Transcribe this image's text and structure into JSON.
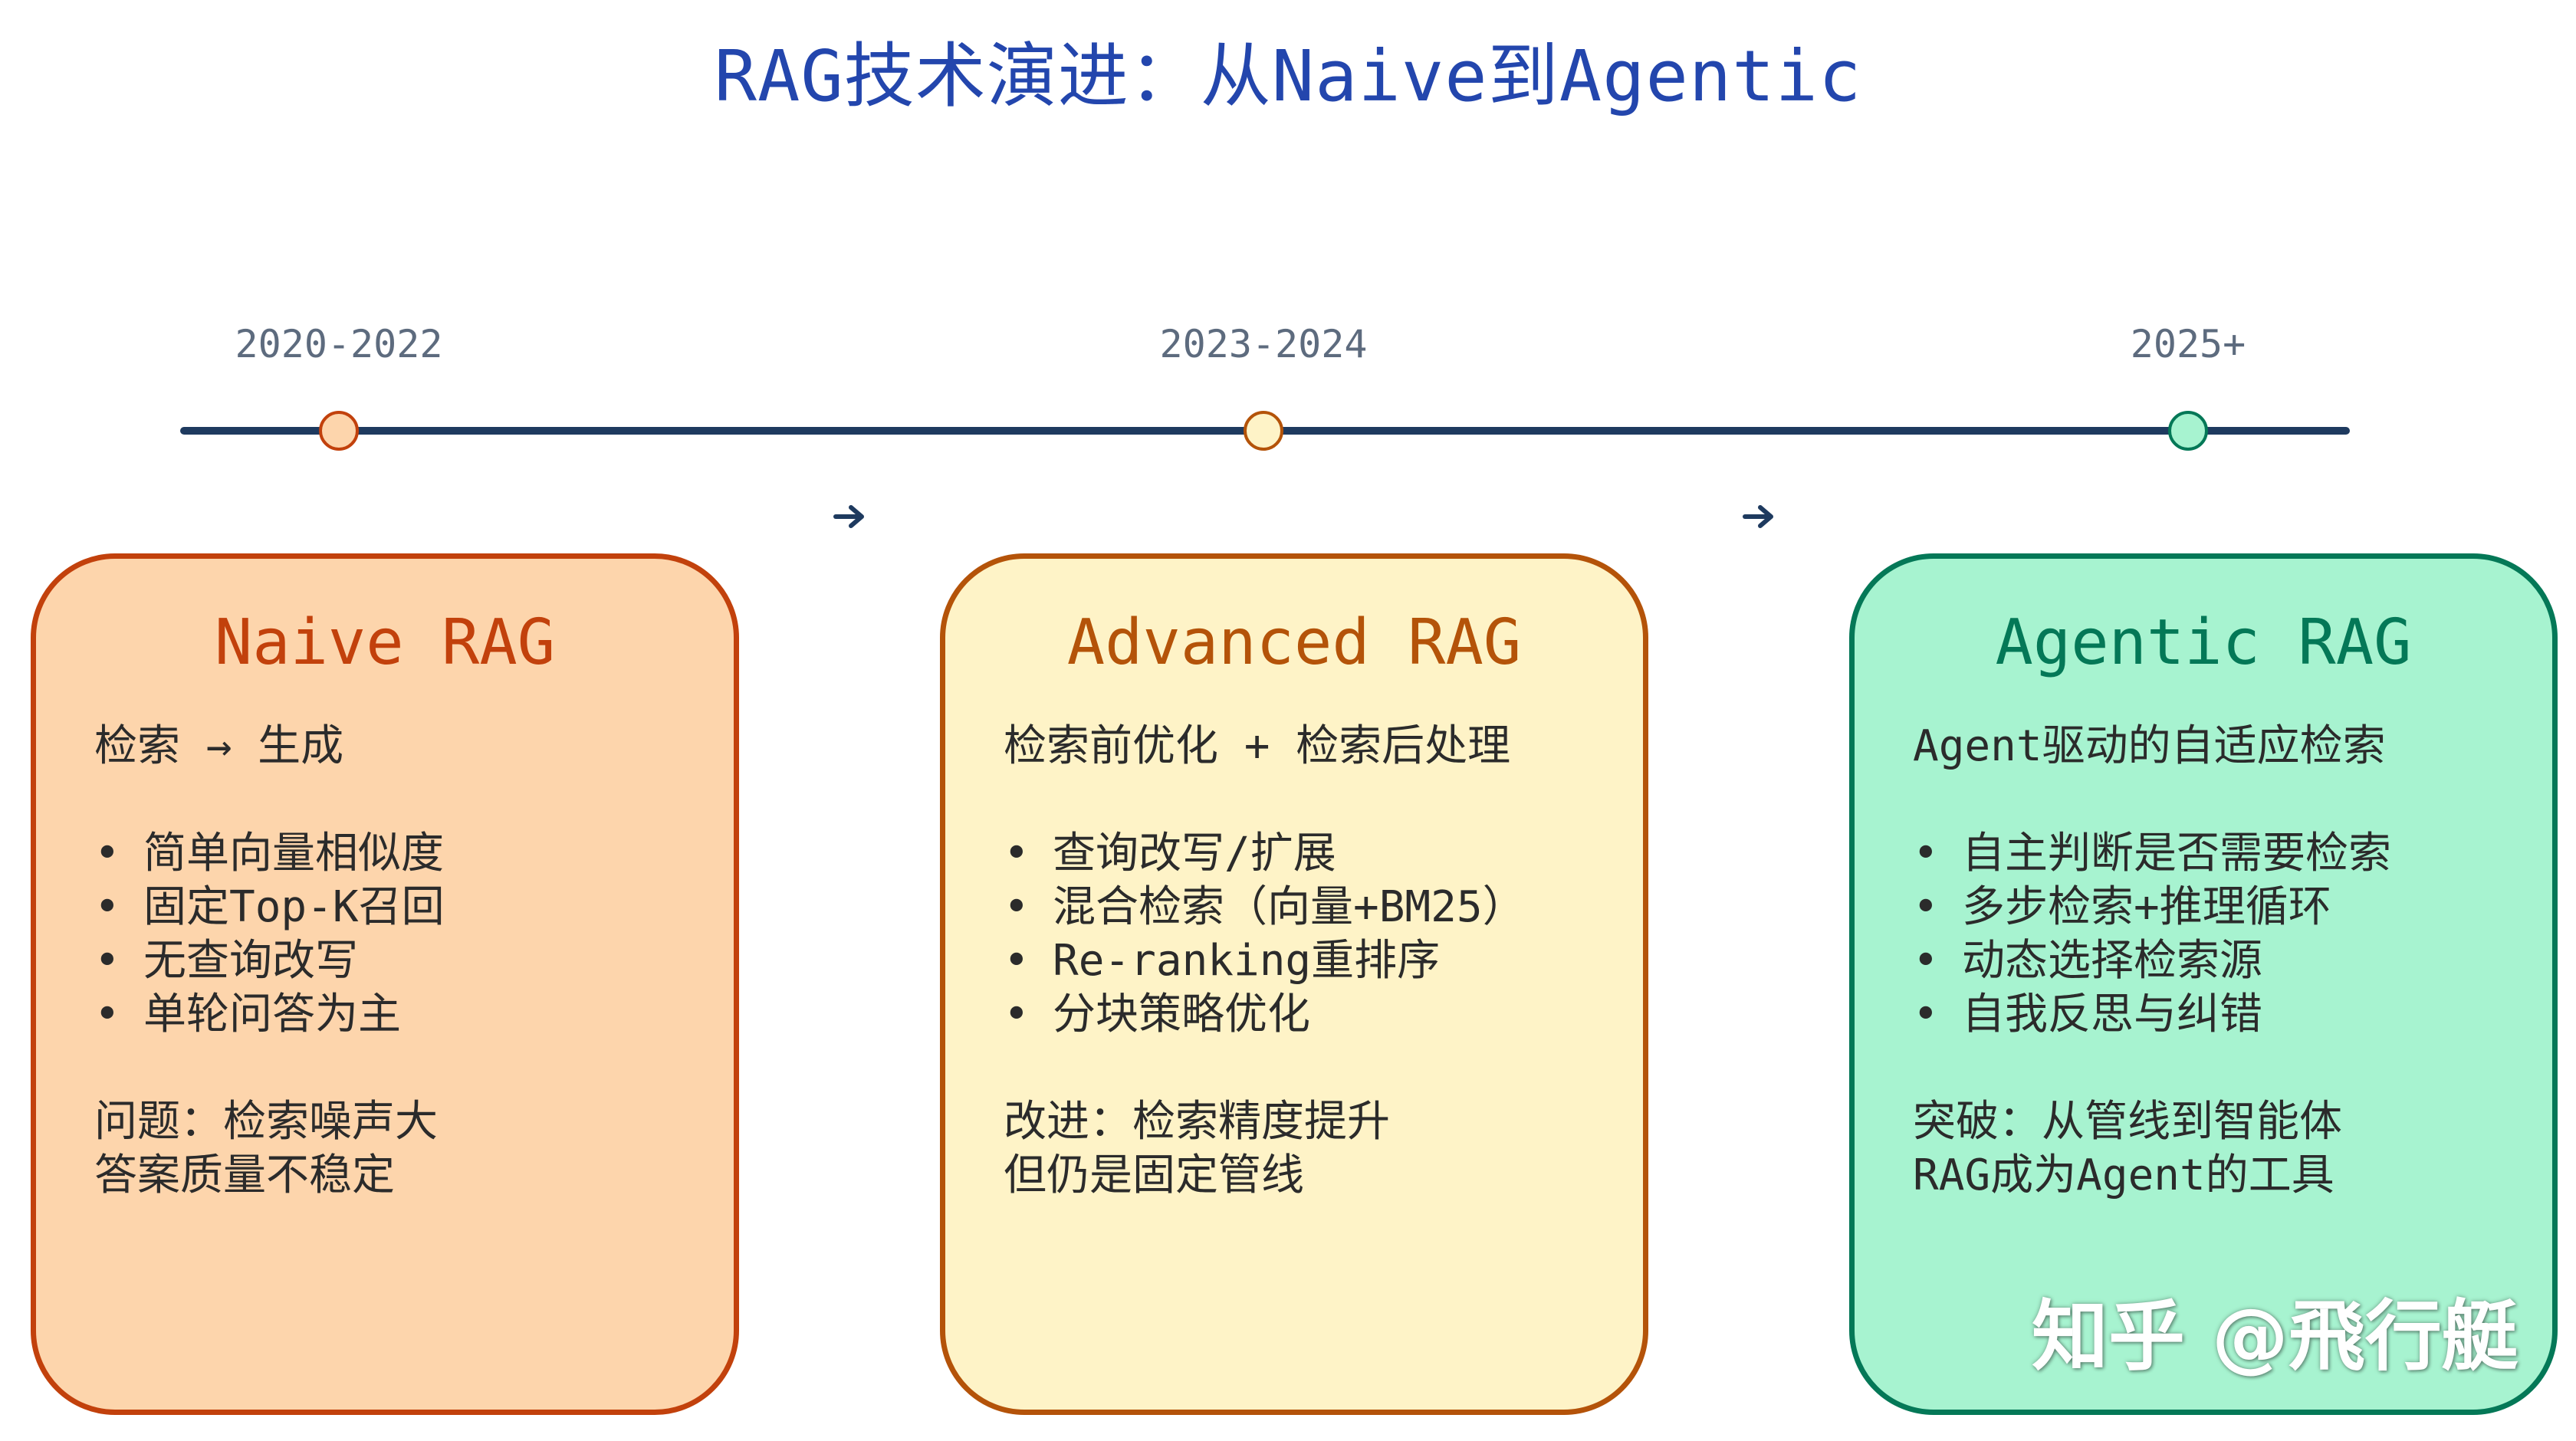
{
  "title": "RAG技术演进：从Naive到Agentic",
  "timeline": {
    "years": [
      "2020-2022",
      "2023-2024",
      "2025+"
    ],
    "dot_colors": [
      "#fdd5ac",
      "#fef3c7",
      "#a7f3d0"
    ],
    "line_color": "#1e3a5f"
  },
  "cards": [
    {
      "title": "Naive RAG",
      "subtitle": "检索 → 生成",
      "bullets": [
        "简单向量相似度",
        "固定Top-K召回",
        "无查询改写",
        "单轮问答为主"
      ],
      "notes": [
        "问题：检索噪声大",
        "答案质量不稳定"
      ]
    },
    {
      "title": "Advanced RAG",
      "subtitle": "检索前优化 + 检索后处理",
      "bullets": [
        "查询改写/扩展",
        "混合检索（向量+BM25）",
        "Re-ranking重排序",
        "分块策略优化"
      ],
      "notes": [
        "改进：检索精度提升",
        "但仍是固定管线"
      ]
    },
    {
      "title": "Agentic RAG",
      "subtitle": "Agent驱动的自适应检索",
      "bullets": [
        "自主判断是否需要检索",
        "多步检索+推理循环",
        "动态选择检索源",
        "自我反思与纠错"
      ],
      "notes": [
        "突破：从管线到智能体",
        "RAG成为Agent的工具"
      ]
    }
  ],
  "colors": {
    "naive_fill": "#fdd5ac",
    "naive_border": "#c2410c",
    "advanced_fill": "#fef3c7",
    "advanced_border": "#b45309",
    "agentic_fill": "#a7f3d0",
    "agentic_border": "#047857",
    "title": "#2346ad"
  },
  "watermark": "知乎 @飛行艇"
}
